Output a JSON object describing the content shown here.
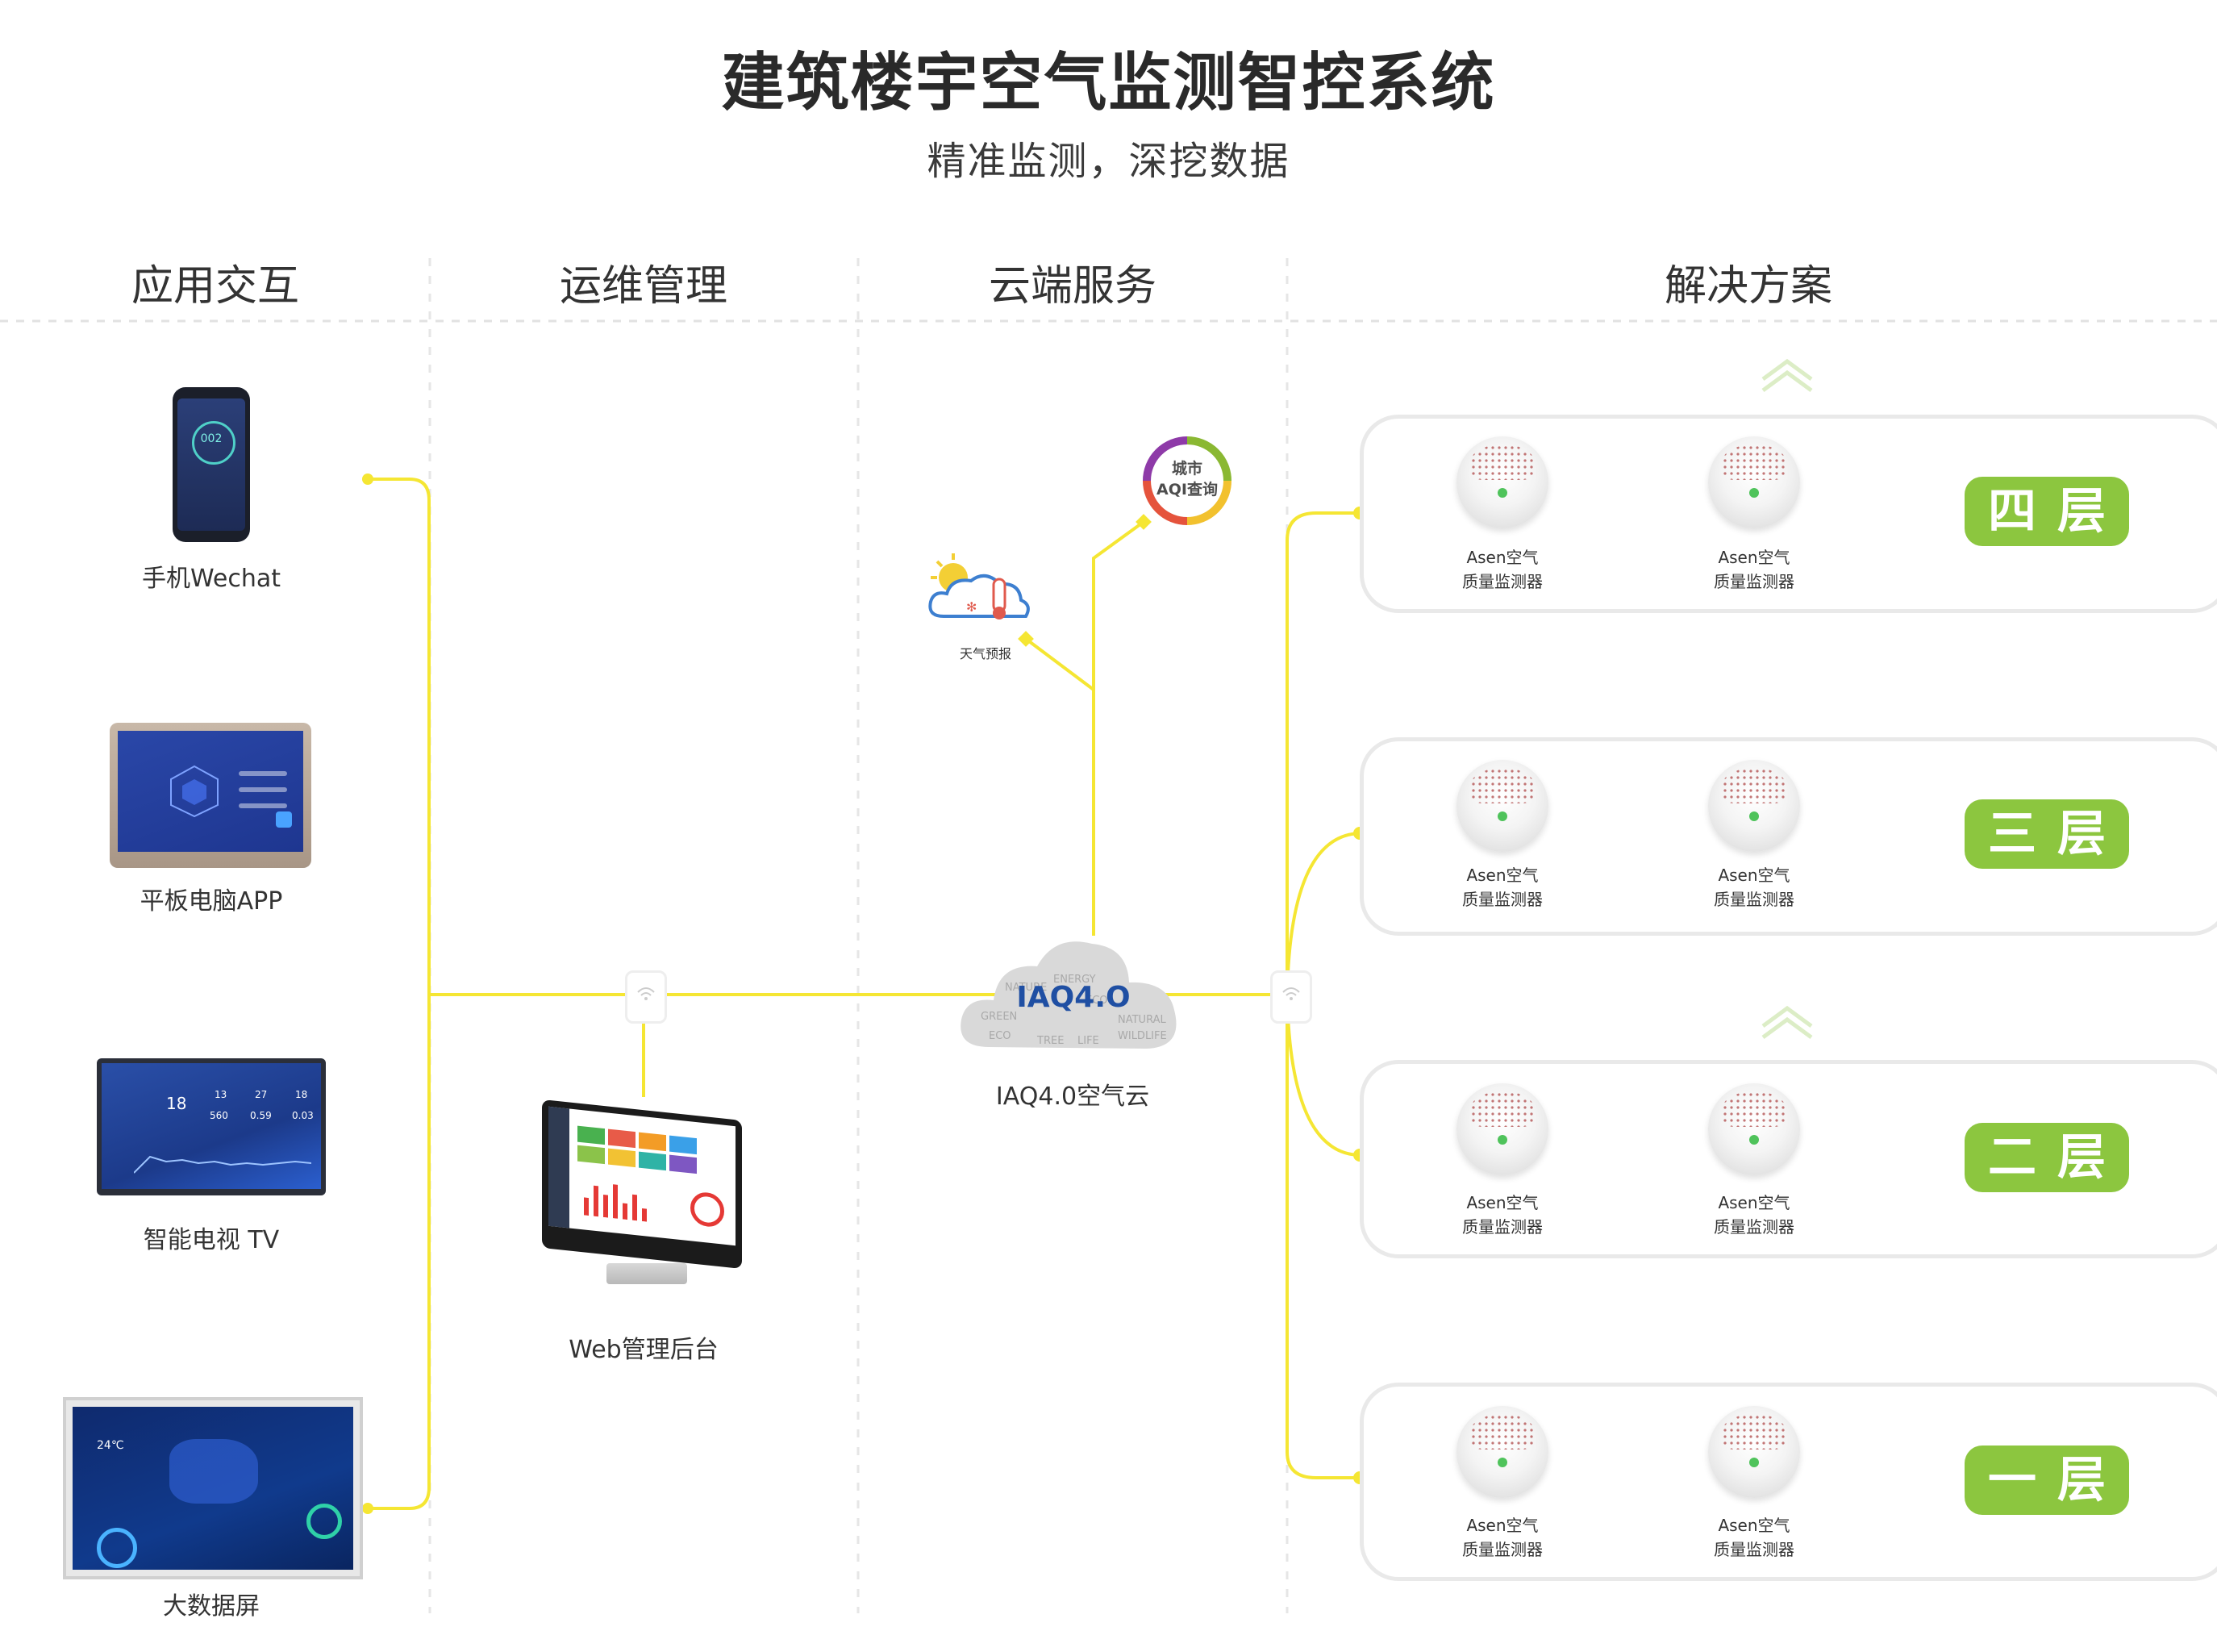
{
  "title": "建筑楼宇空气监测智控系统",
  "subtitle": "精准监测，深挖数据",
  "columns": {
    "app": "应用交互",
    "ops": "运维管理",
    "cloud": "云端服务",
    "solution": "解决方案"
  },
  "devices": {
    "phone": {
      "label": "手机Wechat",
      "reading": "002"
    },
    "tablet": {
      "label": "平板电脑APP"
    },
    "tv": {
      "label": "智能电视 TV",
      "values": [
        "18",
        "13",
        "27",
        "18",
        "560",
        "0.59",
        "0.03"
      ]
    },
    "bigscreen": {
      "label": "大数据屏",
      "value": "24℃"
    },
    "web": {
      "label": "Web管理后台"
    }
  },
  "cloud_services": {
    "aqi": {
      "line1": "城市",
      "line2": "AQI查询"
    },
    "weather": {
      "label": "天气预报"
    },
    "cloud": {
      "logo": "IAQ4.O",
      "label": "IAQ4.0空气云"
    }
  },
  "floors": [
    {
      "badge": "四层",
      "sensors": [
        "Asen空气",
        "Asen空气"
      ],
      "sub": [
        "质量监测器",
        "质量监测器"
      ]
    },
    {
      "badge": "三层",
      "sensors": [
        "Asen空气",
        "Asen空气"
      ],
      "sub": [
        "质量监测器",
        "质量监测器"
      ]
    },
    {
      "badge": "二层",
      "sensors": [
        "Asen空气",
        "Asen空气"
      ],
      "sub": [
        "质量监测器",
        "质量监测器"
      ]
    },
    {
      "badge": "一层",
      "sensors": [
        "Asen空气",
        "Asen空气"
      ],
      "sub": [
        "质量监测器",
        "质量监测器"
      ]
    }
  ],
  "colors": {
    "connector": "#f5e633",
    "badge": "#8cc63f",
    "panel_border": "#e9e9e9"
  }
}
